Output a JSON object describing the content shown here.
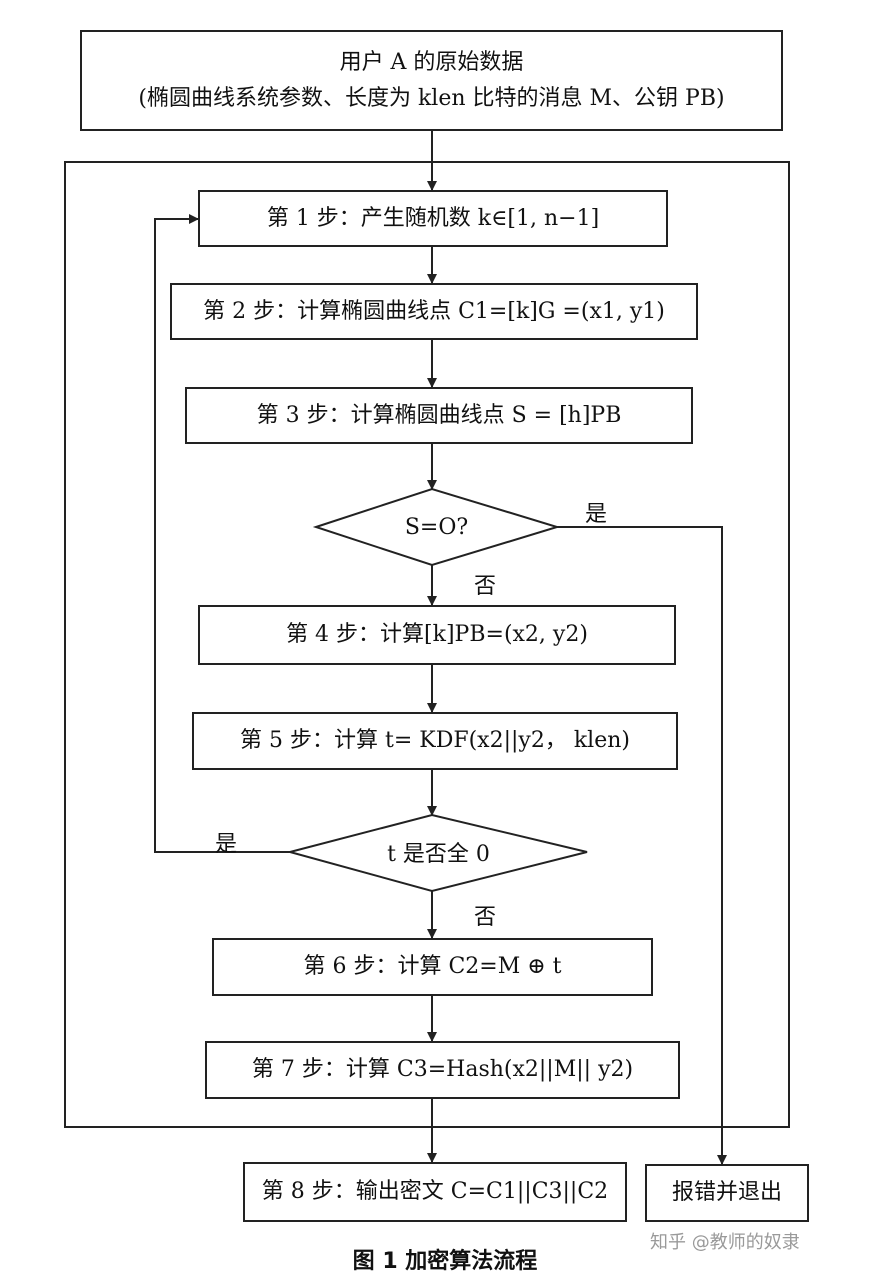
{
  "input": {
    "line1": "用户 A 的原始数据",
    "line2": "(椭圆曲线系统参数、长度为 klen 比特的消息 M、公钥 PB)"
  },
  "steps": {
    "s1": "第 1 步：产生随机数 k∈[1, n−1]",
    "s2": "第 2 步：计算椭圆曲线点 C1=[k]G =(x1, y1)",
    "s3": "第 3 步：计算椭圆曲线点 S = [h]PB",
    "s4": "第 4 步：计算[k]PB=(x2, y2)",
    "s5": "第 5 步：计算 t= KDF(x2||y2， klen)",
    "s6": "第 6 步：计算 C2=M ⊕ t",
    "s7": "第 7 步：计算 C3=Hash(x2||M|| y2)",
    "s8": "第 8 步：输出密文 C=C1||C3||C2"
  },
  "decisions": {
    "d1": "S=O?",
    "d2": "t 是否全 0"
  },
  "labels": {
    "yes1": "是",
    "no1": "否",
    "yes2": "是",
    "no2": "否"
  },
  "error_box": "报错并退出",
  "caption": "图 1    加密算法流程",
  "watermark": "知乎 @教师的奴隶"
}
